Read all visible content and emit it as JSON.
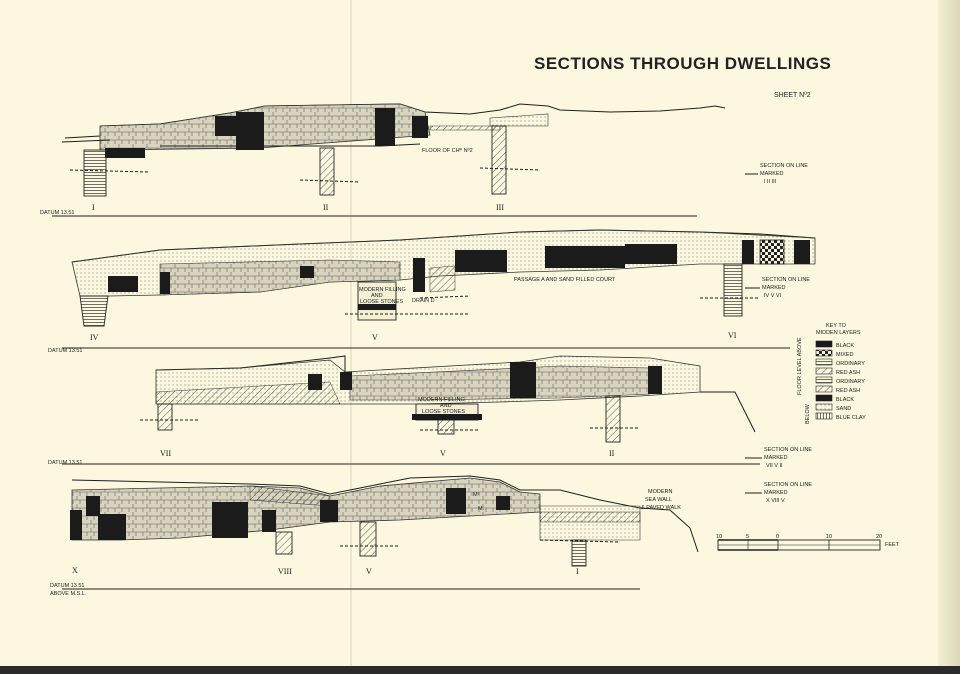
{
  "title": "SECTIONS THROUGH DWELLINGS",
  "sheet": "SHEET Nº2",
  "sections": [
    {
      "datum": "DATUM 13.51",
      "markers": [
        "I",
        "II",
        "III"
      ],
      "labels": [
        "FLOOR OF CHᴿ Nº2"
      ],
      "section_line": [
        "SECTION ON LINE",
        "MARKED",
        "I II III"
      ]
    },
    {
      "datum": "DATUM 13.51",
      "markers": [
        "IV",
        "V",
        "VI"
      ],
      "labels": [
        "MODERN FILLING",
        "AND",
        "LOOSE STONES",
        "DRAIN D",
        "PASSAGE A AND SAND FILLED COURT"
      ],
      "section_line": [
        "SECTION ON LINE",
        "MARKED",
        "IV V VI"
      ]
    },
    {
      "datum": "DATUM 13.51",
      "markers": [
        "VII",
        "V",
        "II"
      ],
      "labels": [
        "MODERN FILLING",
        "AND",
        "LOOSE STONES"
      ],
      "section_line": [
        "SECTION ON LINE",
        "MARKED",
        "VII V II"
      ]
    },
    {
      "datum": "DATUM 13.51",
      "datum_note": "ABOVE M.S.L.",
      "markers": [
        "X",
        "VIII",
        "V",
        "I"
      ],
      "labels": [
        "MODERN",
        "SEA WALL",
        "& PAVED WALK",
        "Mᶜ",
        "M."
      ],
      "section_line": [
        "SECTION ON LINE",
        "MARKED",
        "X VIII V"
      ]
    }
  ],
  "key": {
    "title": [
      "KEY TO",
      "MIDDEN LAYERS"
    ],
    "group_above": "FLOOR LEVEL ABOVE",
    "group_below": "BELOW",
    "items": [
      "BLACK",
      "MIXED",
      "ORDINARY",
      "RED ASH",
      "ORDINARY",
      "RED ASH",
      "BLACK",
      "SAND",
      "BLUE CLAY"
    ]
  },
  "scale": {
    "labels": [
      "10",
      "5",
      "0",
      "10",
      "20"
    ],
    "unit": "FEET"
  }
}
